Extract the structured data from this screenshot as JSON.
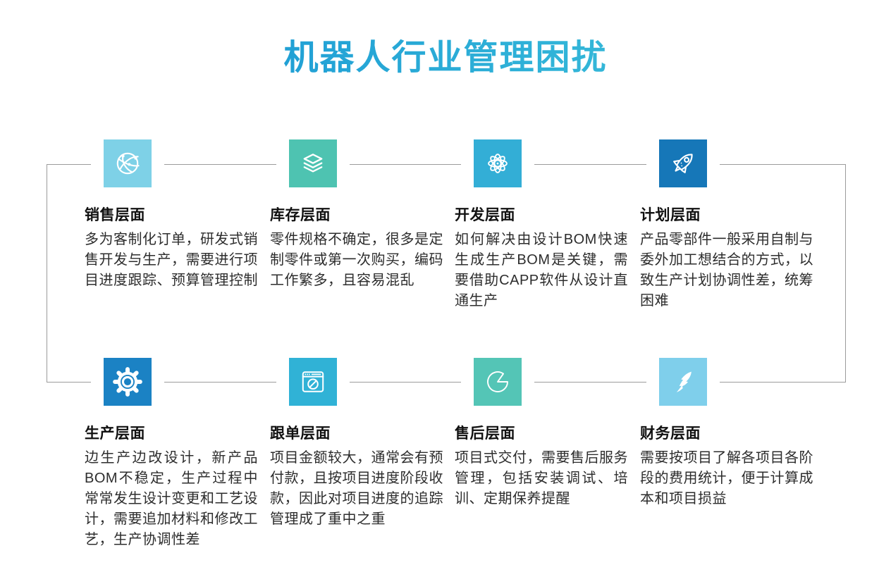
{
  "page": {
    "title": "机器人行业管理困扰"
  },
  "theme": {
    "title_gradient_from": "#1693d3",
    "title_gradient_to": "#41c7db",
    "connector_color": "#9b9b9b",
    "background": "#ffffff"
  },
  "sections": [
    {
      "id": "sales",
      "icon": "globe-network-icon",
      "icon_color": "#7ed1e7",
      "title": "销售层面",
      "body": "多为客制化订单，研发式销售开发与生产，需要进行项目进度跟踪、预算管理控制"
    },
    {
      "id": "inventory",
      "icon": "layers-icon",
      "icon_color": "#4ec3b1",
      "title": "库存层面",
      "body": "零件规格不确定，很多是定制零件或第一次购买，编码工作繁多，且容易混乱"
    },
    {
      "id": "development",
      "icon": "atom-icon",
      "icon_color": "#33aed6",
      "title": "开发层面",
      "body": "如何解决由设计BOM快速生成生产BOM是关键，需要借助CAPP软件从设计直通生产"
    },
    {
      "id": "planning",
      "icon": "rocket-icon",
      "icon_color": "#1677b8",
      "title": "计划层面",
      "body": "产品零部件一般采用自制与委外加工想结合的方式，以致生产计划协调性差，统筹困难"
    },
    {
      "id": "production",
      "icon": "gear-icon",
      "icon_color": "#1b82c4",
      "title": "生产层面",
      "body": "边生产边改设计，新产品BOM不稳定，生产过程中常常发生设计变更和工艺设计，需要追加材料和修改工艺，生产协调性差"
    },
    {
      "id": "order-tracking",
      "icon": "browser-compass-icon",
      "icon_color": "#30b2d6",
      "title": "跟单层面",
      "body": "项目金额较大，通常会有预付款，且按项目进度阶段收款，因此对项目进度的追踪管理成了重中之重"
    },
    {
      "id": "after-sales",
      "icon": "pie-chart-icon",
      "icon_color": "#54c5b6",
      "title": "售后层面",
      "body": "项目式交付，需要售后服务管理，包括安装调试、培训、定期保养提醒"
    },
    {
      "id": "finance",
      "icon": "feather-icon",
      "icon_color": "#7fcfeb",
      "title": "财务层面",
      "body": "需要按项目了解各项目各阶段的费用统计，便于计算成本和项目损益"
    }
  ]
}
